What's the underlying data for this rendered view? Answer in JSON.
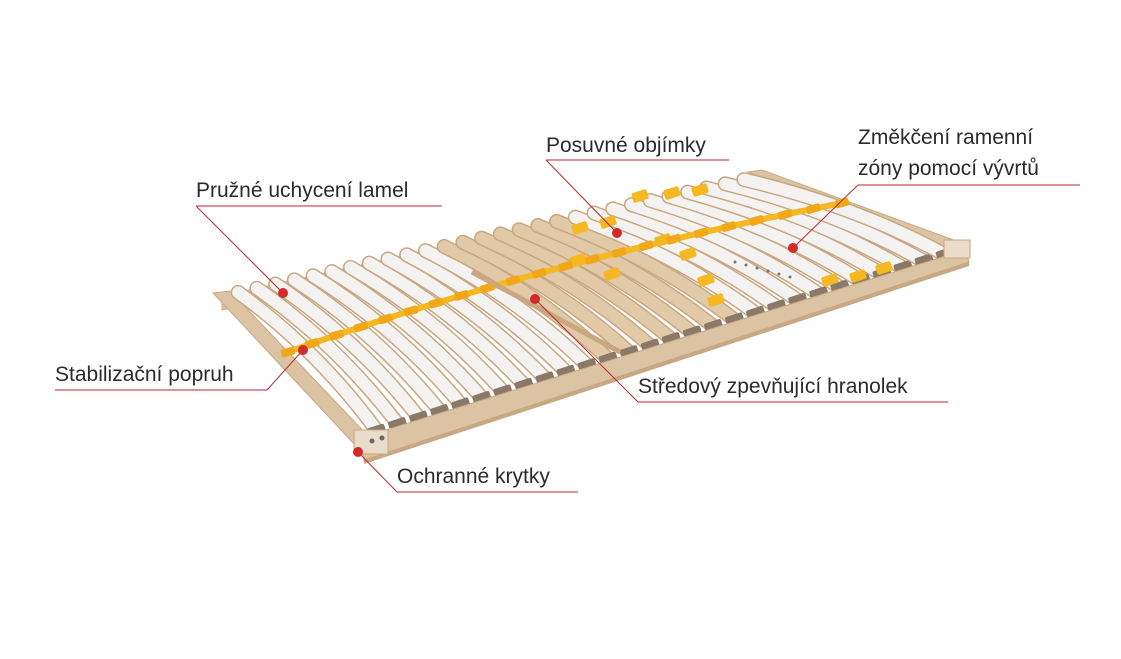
{
  "labels": {
    "posuvne_objimky": "Posuvné objímky",
    "pruzne_uchyceni": "Pružné uchycení lamel",
    "zmekceni_line1": "Změkčení ramenní",
    "zmekceni_line2": "zóny pomocí vývrtů",
    "stabilizacni_popruh": "Stabilizační popruh",
    "stredovy_hranolek": "Středový zpevňující hranolek",
    "ochranne_krytky": "Ochranné krytky"
  },
  "colors": {
    "frame_wood": "#dcc3a3",
    "frame_shadow": "#c8a882",
    "slat_white": "#f4f3f1",
    "slat_wood": "#e2c9a8",
    "clip_yellow": "#f5b820",
    "clip_dark": "#8a7868",
    "leader_line": "#b52a33",
    "marker_red": "#d42a2a",
    "text": "#2b2b2b"
  }
}
